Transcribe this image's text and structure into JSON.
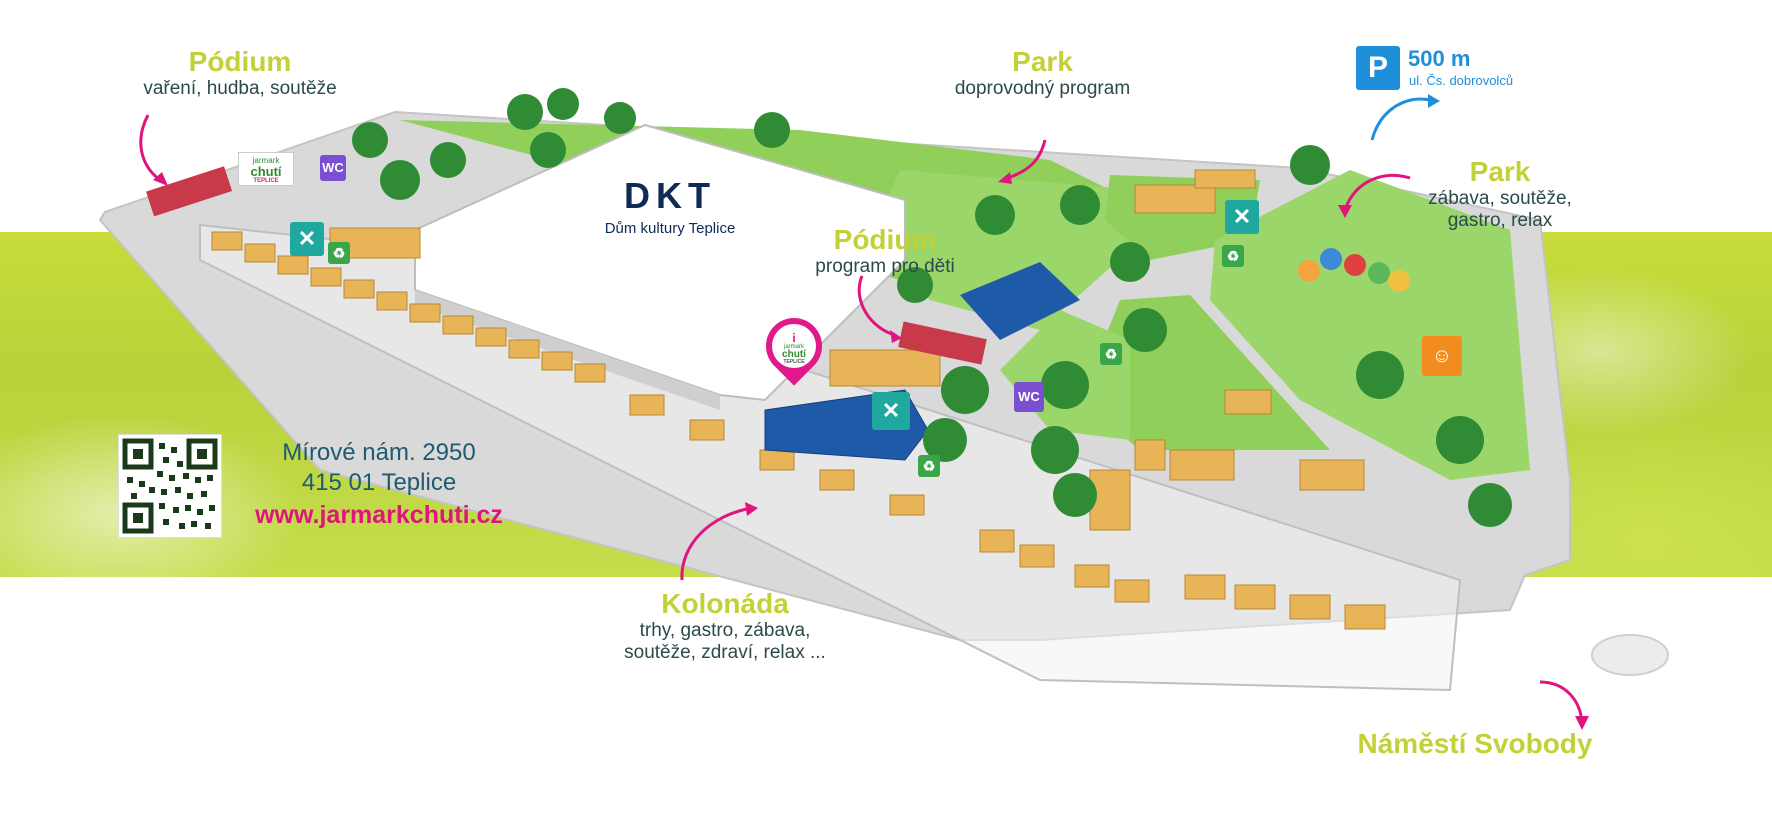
{
  "labels": {
    "podium_left": {
      "title": "Pódium",
      "subtitle": "vaření, hudba, soutěže"
    },
    "park_top": {
      "title": "Park",
      "subtitle": "doprovodný program"
    },
    "park_right": {
      "title": "Park",
      "subtitle_lines": [
        "zábava, soutěže,",
        "gastro, relax"
      ]
    },
    "podium_kids": {
      "title": "Pódium",
      "subtitle": "program pro děti"
    },
    "kolonada": {
      "title": "Kolonáda",
      "subtitle_lines": [
        "trhy, gastro, zábava,",
        "soutěže, zdraví, relax ..."
      ]
    },
    "namesti": {
      "title": "Náměstí Svobody"
    }
  },
  "parking": {
    "letter": "P",
    "distance": "500 m",
    "street": "ul. Čs. dobrovolců"
  },
  "building": {
    "logo": "DKT",
    "name": "Dům kultury Teplice"
  },
  "address": {
    "line1": "Mírové nám. 2950",
    "line2": "415 01 Teplice",
    "web": "www.jarmarkchuti.cz"
  },
  "info_pin": {
    "letter": "i",
    "brand_top": "jarmark",
    "brand": "chutí",
    "brand_sub": "TEPLICE"
  },
  "logo_small": {
    "brand_top": "jarmark",
    "brand": "chutí",
    "brand_sub": "TEPLICE"
  },
  "icons": {
    "wc_label": "WC",
    "food": "fork-knife-icon",
    "recycle": "recycle-icon",
    "family": "family-icon",
    "parking": "parking-icon"
  },
  "colors": {
    "label_title": "#c3d138",
    "label_subtitle": "#2c4a4a",
    "arrow": "#e0147e",
    "parking": "#1e8fd8",
    "web": "#e0147e",
    "address": "#1f5a70",
    "stage_red": "#c8394a",
    "tent_blue": "#1e5aa8",
    "stall": "#e8b458",
    "grass": "#8fcf5a"
  }
}
